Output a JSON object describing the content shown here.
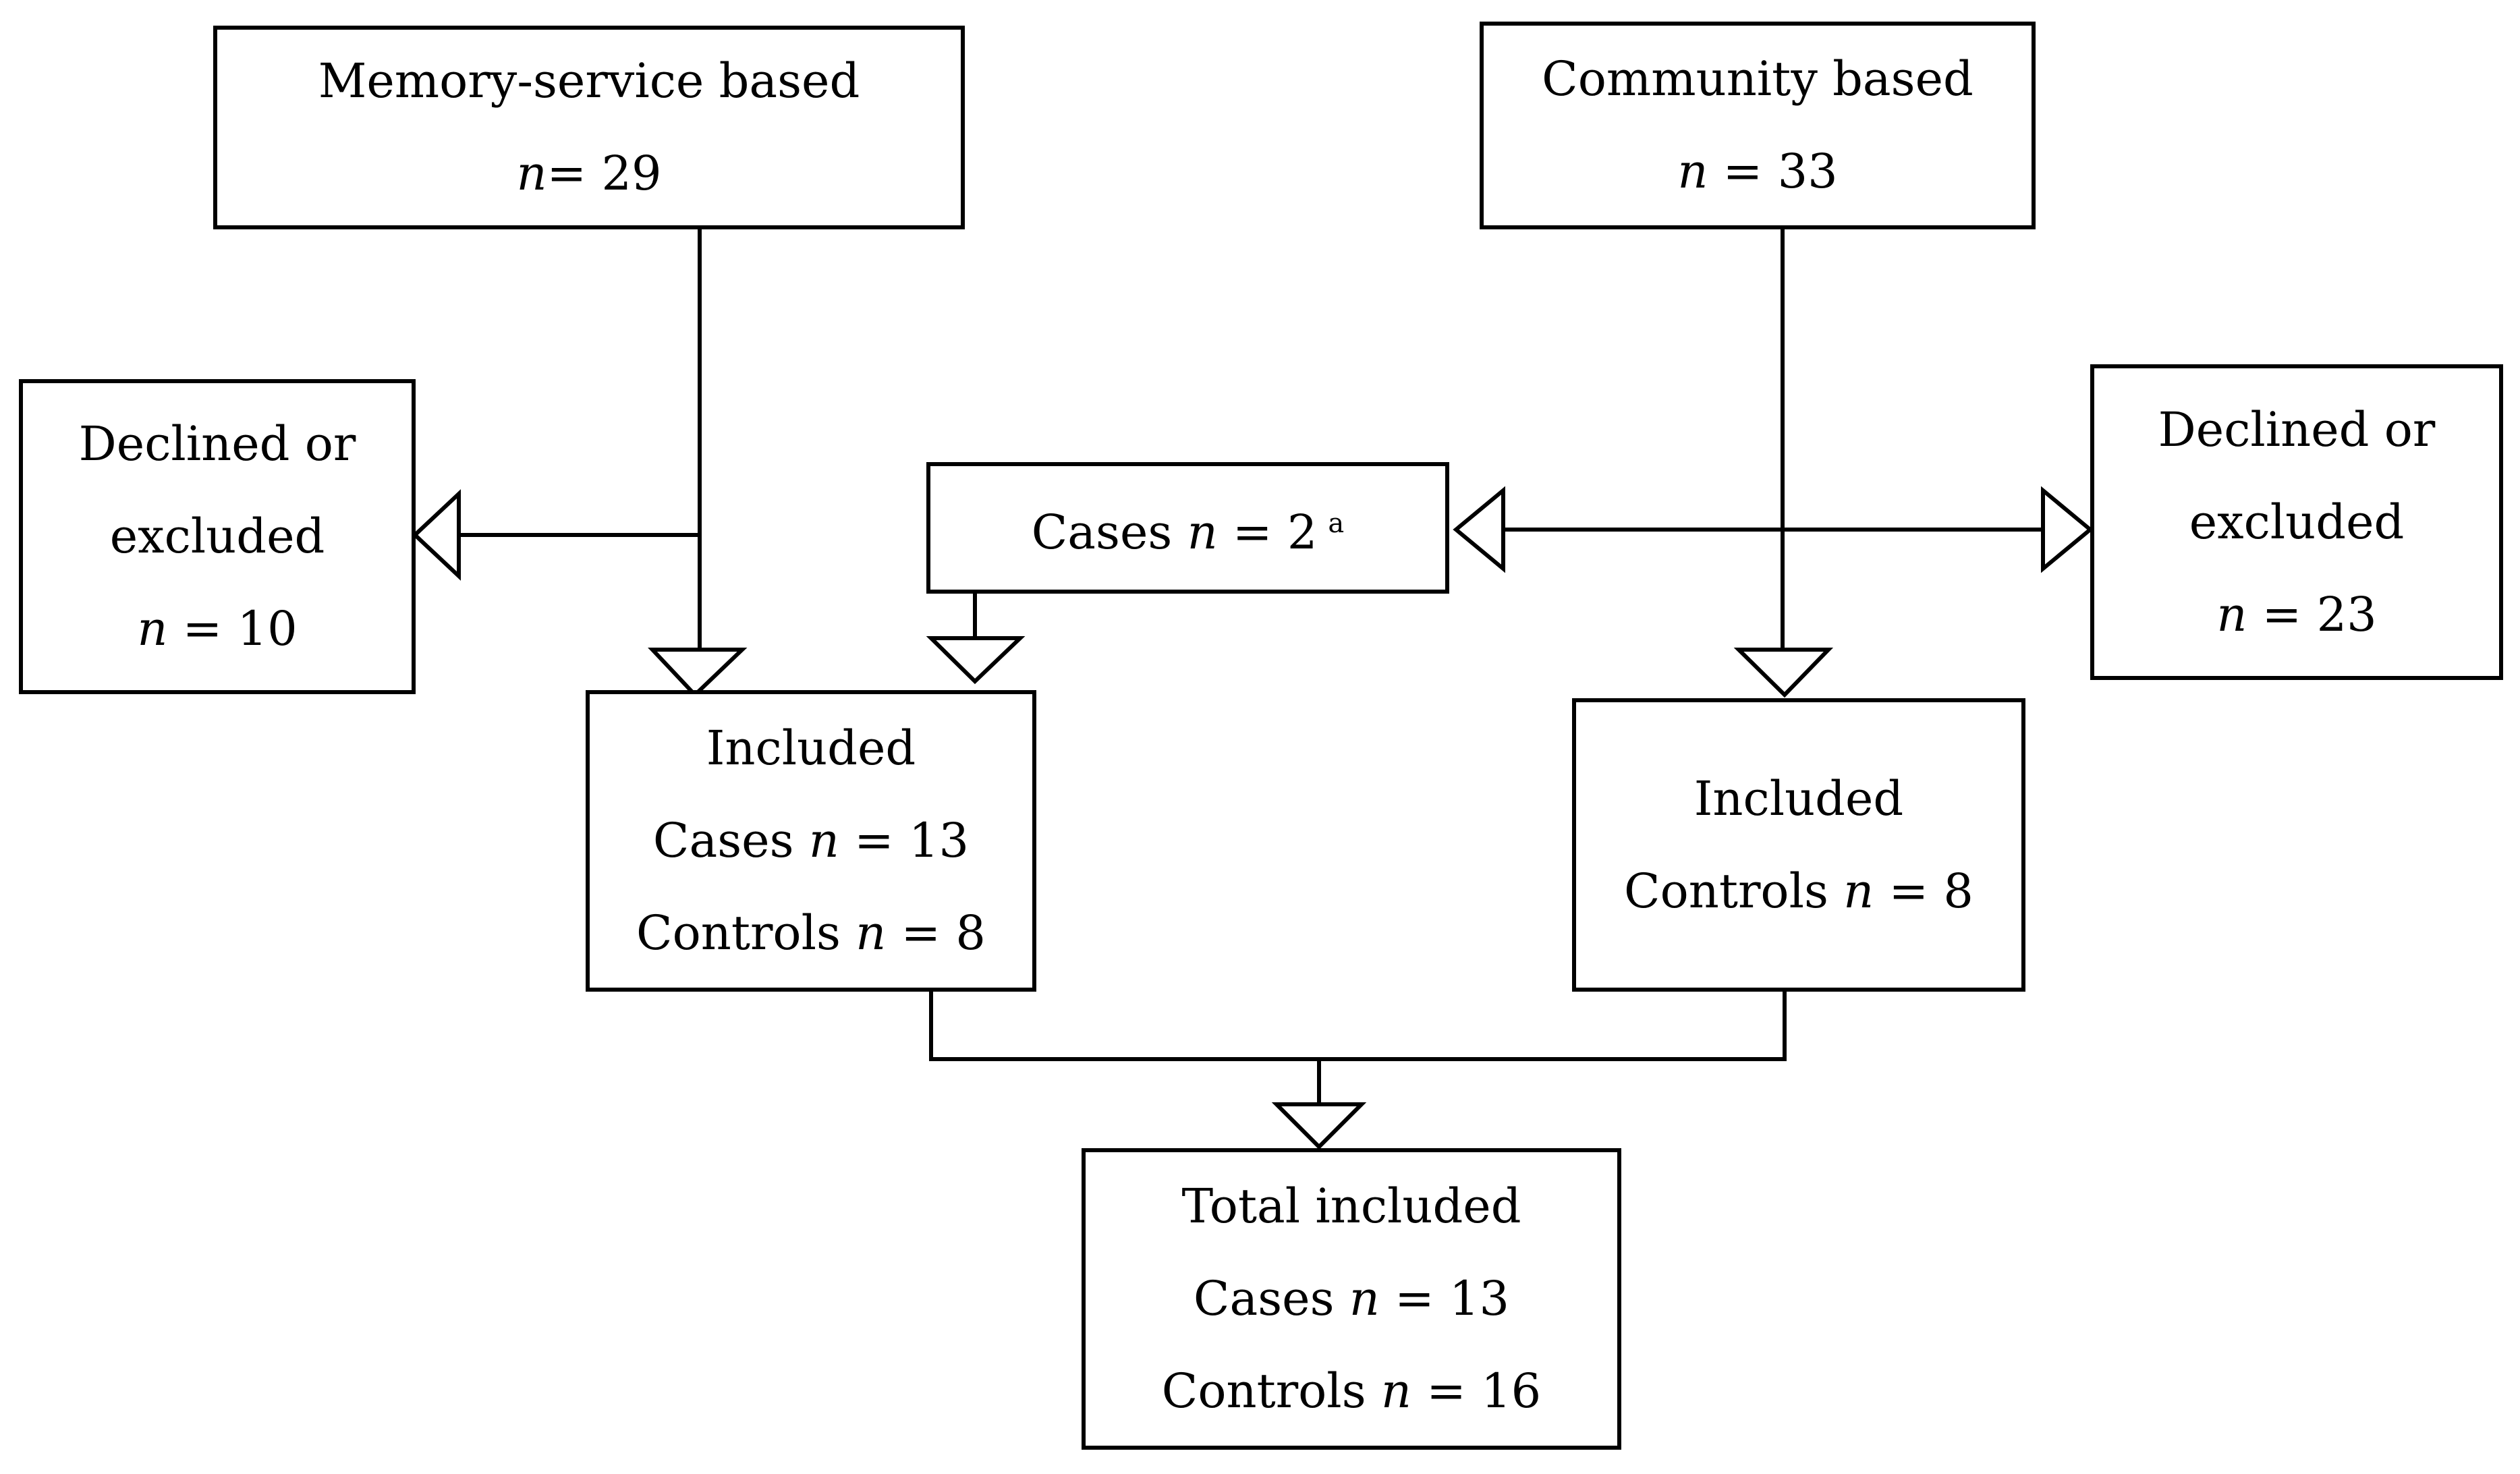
{
  "boxes": {
    "memory_service": {
      "title": "Memory-service based",
      "count_prefix": "n",
      "count_text": "= 29"
    },
    "community": {
      "title": "Community based",
      "count_prefix": "n",
      "count_text": " = 33"
    },
    "declined_left": {
      "line1": "Declined or",
      "line2": "excluded",
      "count_prefix": "n",
      "count_text": " = 10"
    },
    "cases_transfer": {
      "label": "Cases ",
      "count_prefix": "n",
      "count_text": " = 2",
      "footnote": "a"
    },
    "declined_right": {
      "line1": "Declined or",
      "line2": "excluded",
      "count_prefix": "n",
      "count_text": " = 23"
    },
    "included_left": {
      "title": "Included",
      "cases_label": "Cases ",
      "cases_prefix": "n",
      "cases_text": " = 13",
      "controls_label": "Controls ",
      "controls_prefix": "n",
      "controls_text": " = 8"
    },
    "included_right": {
      "title": "Included",
      "controls_label": "Controls ",
      "controls_prefix": "n",
      "controls_text": " = 8"
    },
    "total": {
      "title": "Total included",
      "cases_label": "Cases ",
      "cases_prefix": "n",
      "cases_text": " = 13",
      "controls_label": "Controls ",
      "controls_prefix": "n",
      "controls_text": " = 16"
    }
  }
}
